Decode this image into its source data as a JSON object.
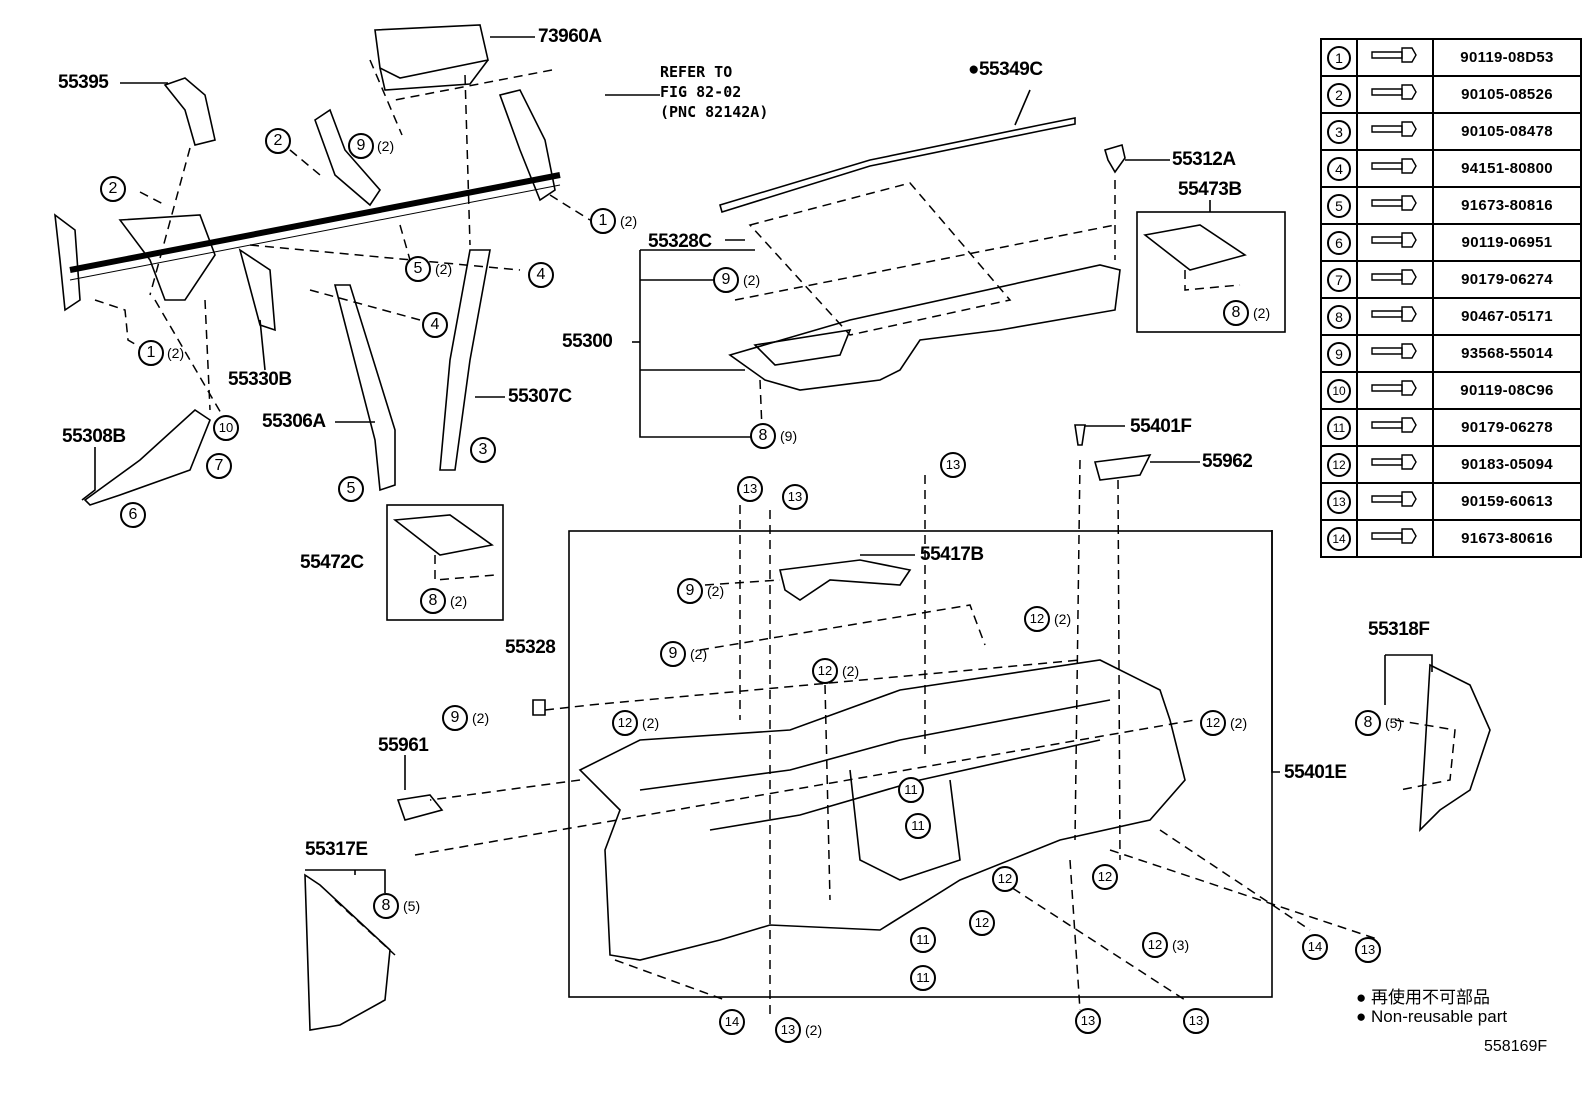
{
  "callouts": {
    "p73960A": "73960A",
    "p55395": "55395",
    "p55349C": "55349C",
    "p55312A": "55312A",
    "p55473B": "55473B",
    "p55328C": "55328C",
    "p55300": "55300",
    "p55330B": "55330B",
    "p55306A": "55306A",
    "p55307C": "55307C",
    "p55308B": "55308B",
    "p55472C": "55472C",
    "p55401F": "55401F",
    "p55962": "55962",
    "p55417B": "55417B",
    "p55328": "55328",
    "p55961": "55961",
    "p55317E": "55317E",
    "p55401E": "55401E",
    "p55318F": "55318F"
  },
  "refer": {
    "line1": "REFER TO",
    "line2": "FIG 82-02",
    "line3": "(PNC 82142A)"
  },
  "qty": {
    "q2": "(2)",
    "q3": "(3)",
    "q5": "(5)",
    "q9": "(9)"
  },
  "marker": "●",
  "fastener_table": [
    {
      "num": "1",
      "part": "90119-08D53"
    },
    {
      "num": "2",
      "part": "90105-08526"
    },
    {
      "num": "3",
      "part": "90105-08478"
    },
    {
      "num": "4",
      "part": "94151-80800"
    },
    {
      "num": "5",
      "part": "91673-80816"
    },
    {
      "num": "6",
      "part": "90119-06951"
    },
    {
      "num": "7",
      "part": "90179-06274"
    },
    {
      "num": "8",
      "part": "90467-05171"
    },
    {
      "num": "9",
      "part": "93568-55014"
    },
    {
      "num": "10",
      "part": "90119-08C96"
    },
    {
      "num": "11",
      "part": "90179-06278"
    },
    {
      "num": "12",
      "part": "90183-05094"
    },
    {
      "num": "13",
      "part": "90159-60613"
    },
    {
      "num": "14",
      "part": "91673-80616"
    }
  ],
  "legend": {
    "japanese": "再使用不可部品",
    "english": "Non-reusable part"
  },
  "figure_id": "558169F"
}
